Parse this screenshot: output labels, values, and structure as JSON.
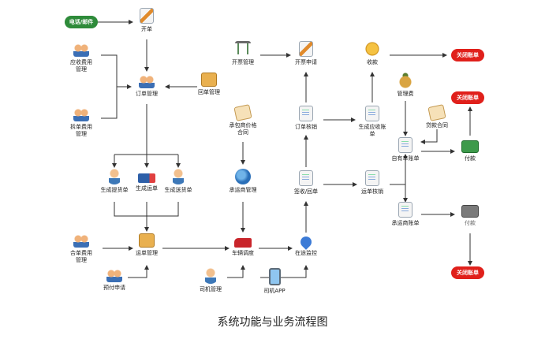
{
  "caption": "系统功能与业务流程图",
  "nodes": {
    "phone_email": "电话/邮件",
    "open_order": "开单",
    "receivable_fee": [
      "应收费用",
      "管理"
    ],
    "split_fee": [
      "拆单费用",
      "管理"
    ],
    "order_mgmt": "订单管理",
    "return_order": "回单管理",
    "gen_pickup": "生成提货单",
    "gen_waybill": "生成运单",
    "gen_delivery": "生成送货单",
    "merge_fee": [
      "合单费用",
      "管理"
    ],
    "waybill_mgmt": "运单管理",
    "prepay_apply": "预付申请",
    "invoice_mgmt": "开票管理",
    "invoice_apply": "开票申请",
    "carrier_contract": [
      "承包商价格",
      "合同"
    ],
    "carrier_mgmt": "承运商管理",
    "vehicle_dispatch": "车辆调度",
    "driver_mgmt": "司机管理",
    "driver_app": "司机APP",
    "order_verify": "订单核销",
    "sign_return": "签收/回单",
    "in_transit": "在途监控",
    "receive_payment": "收款",
    "gen_receivable": [
      "生成应收账",
      "单"
    ],
    "waybill_verify": "运单核销",
    "mgmt_fee": "管理费",
    "loan_contract": "贷款合同",
    "own_vehicle_bill": "自有车账单",
    "carrier_bill": "承运商账单",
    "pay_1": "付款",
    "pay_2": "付款",
    "close_1": "关闭账单",
    "close_2": "关闭账单",
    "close_3": "关闭账单"
  },
  "colors": {
    "start_pill": "#2e8b3a",
    "close_pill": "#e0201b",
    "line": "#333333"
  }
}
